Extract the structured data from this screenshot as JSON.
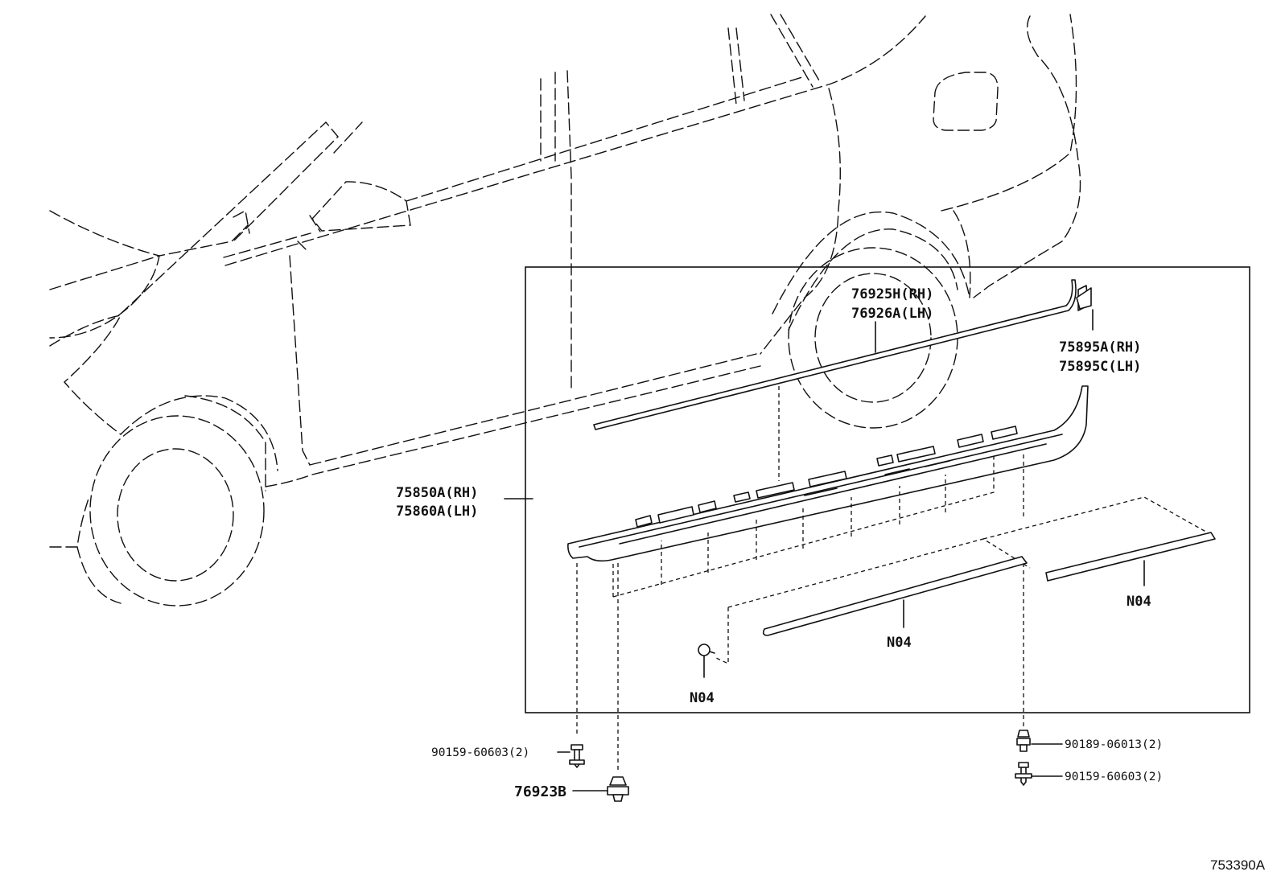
{
  "labels": {
    "molding_rh": "76925H(RH)",
    "molding_lh": "76926A(LH)",
    "end_rh": "75895A(RH)",
    "end_lh": "75895C(LH)",
    "rocker_rh": "75850A(RH)",
    "rocker_lh": "75860A(LH)",
    "n04_clip": "N04",
    "n04_center": "N04",
    "n04_right": "N04",
    "screw_left": "90159-60603(2)",
    "clip_76923b": "76923B",
    "bolt_right_top": "90189-06013(2)",
    "screw_right_bottom": "90159-60603(2)",
    "diagram_ref": "753390A"
  }
}
